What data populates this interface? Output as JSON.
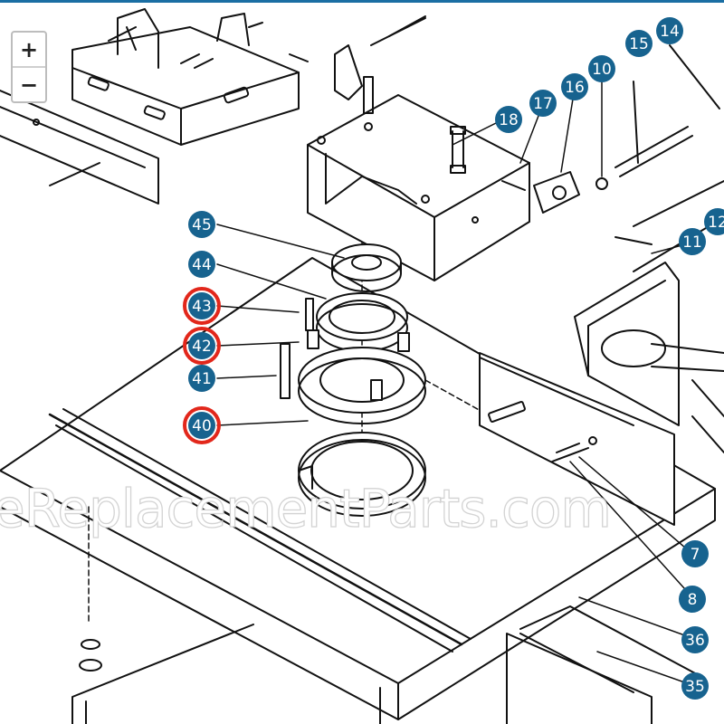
{
  "controls": {
    "zoom_in": "+",
    "zoom_out": "−"
  },
  "watermark": "eReplacementParts.com",
  "callouts": [
    {
      "label": "45",
      "highlighted": false
    },
    {
      "label": "44",
      "highlighted": false
    },
    {
      "label": "43",
      "highlighted": true
    },
    {
      "label": "42",
      "highlighted": true
    },
    {
      "label": "41",
      "highlighted": false
    },
    {
      "label": "40",
      "highlighted": true
    },
    {
      "label": "18",
      "highlighted": false
    },
    {
      "label": "17",
      "highlighted": false
    },
    {
      "label": "16",
      "highlighted": false
    },
    {
      "label": "15",
      "highlighted": false
    },
    {
      "label": "14",
      "highlighted": false
    },
    {
      "label": "10",
      "highlighted": false
    },
    {
      "label": "11",
      "highlighted": false
    },
    {
      "label": "12",
      "highlighted": false
    },
    {
      "label": "7",
      "highlighted": false
    },
    {
      "label": "8",
      "highlighted": false
    },
    {
      "label": "36",
      "highlighted": false
    },
    {
      "label": "35",
      "highlighted": false
    }
  ],
  "colors": {
    "callout": "#17638f",
    "highlight": "#e2271b",
    "line": "#111111",
    "bar": "#1a6ea3"
  }
}
